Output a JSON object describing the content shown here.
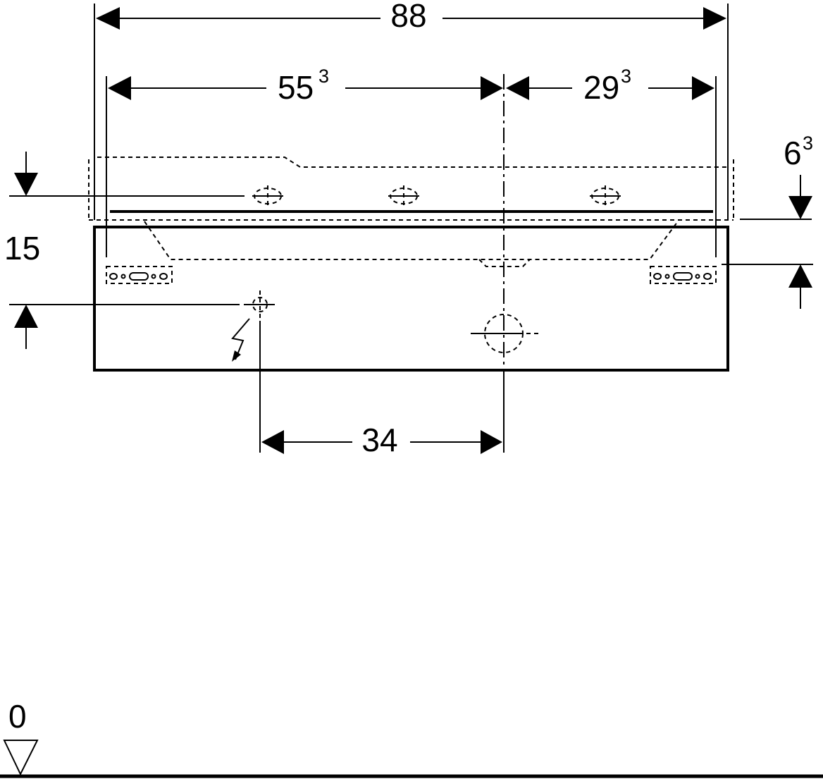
{
  "dimensions": {
    "overall_width": {
      "value": "88"
    },
    "left_to_axis": {
      "value": "55",
      "sup": "3"
    },
    "axis_to_right": {
      "value": "29",
      "sup": "3"
    },
    "right_offset": {
      "value": "6",
      "sup": "3"
    },
    "left_height": {
      "value": "15"
    },
    "socket_to_axis": {
      "value": "34"
    },
    "floor_level": {
      "value": "0"
    }
  },
  "icons": [
    "electric-socket-icon",
    "drain-outlet-icon",
    "floor-level-triangle-icon"
  ],
  "colors": {
    "line": "#000000",
    "background": "#ffffff"
  }
}
